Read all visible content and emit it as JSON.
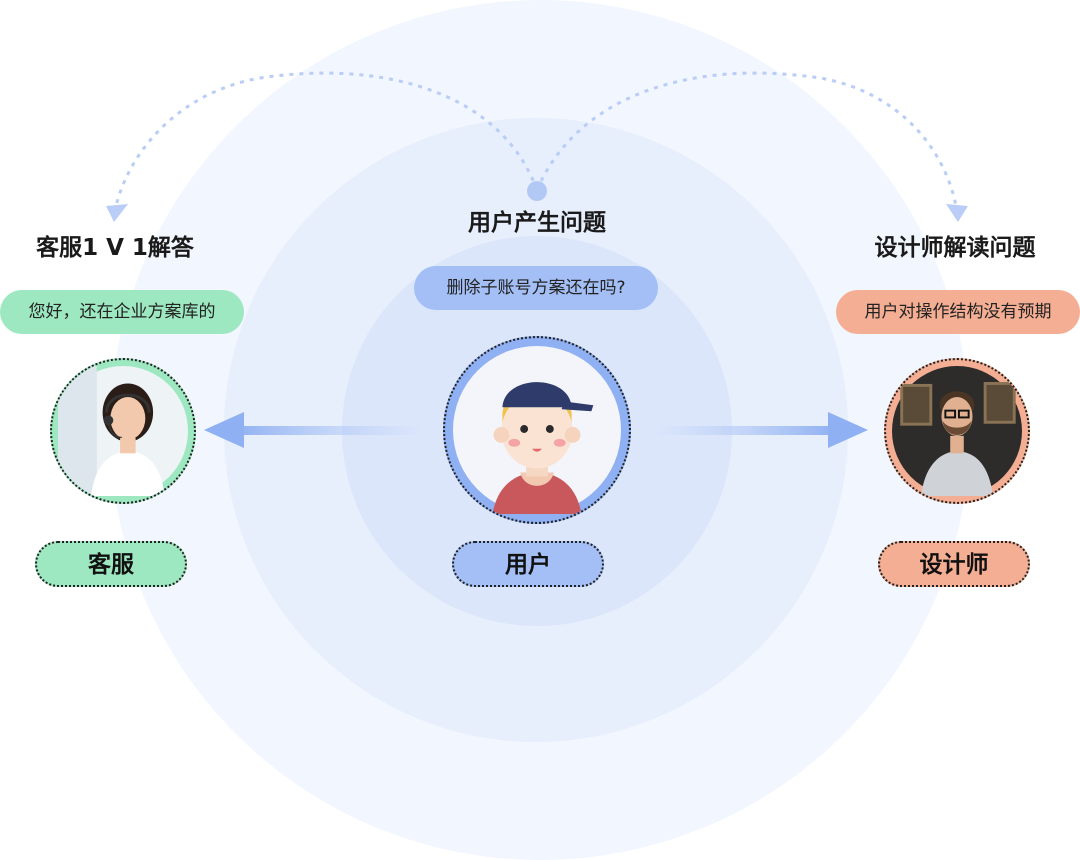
{
  "center": {
    "title": "用户产生问题",
    "bubble": "删除子账号方案还在吗?",
    "tag": "用户"
  },
  "left": {
    "title": "客服1 V 1解答",
    "bubble": "您好，还在企业方案库的",
    "tag": "客服"
  },
  "right": {
    "title": "设计师解读问题",
    "bubble": "用户对操作结构没有预期",
    "tag": "设计师"
  },
  "icons": {
    "center_avatar": "cartoon-user-avatar",
    "left_avatar": "customer-service-agent-photo",
    "right_avatar": "designer-photo"
  },
  "colors": {
    "blue": "#a3bff6",
    "green": "#9de8c0",
    "orange": "#f4ae93",
    "dashed_arrow": "#b9cdf6"
  }
}
